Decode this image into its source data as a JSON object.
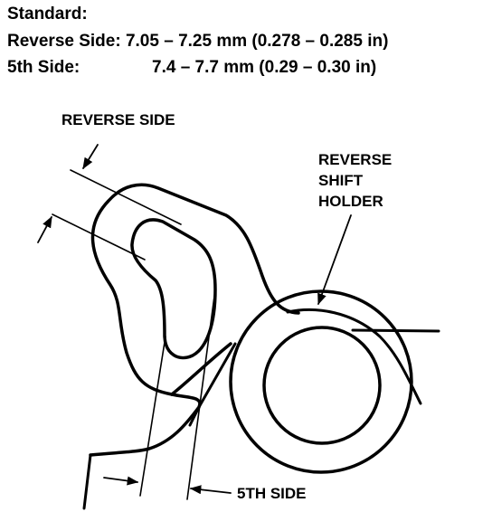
{
  "spec": {
    "title": "Standard:",
    "reverse_side": "Reverse Side: 7.05 – 7.25 mm (0.278 – 0.285 in)",
    "fifth_side_label": "5th Side:",
    "fifth_side_value": "7.4 – 7.7 mm (0.29 – 0.30 in)"
  },
  "labels": {
    "reverse_side": "REVERSE SIDE",
    "holder_line1": "REVERSE",
    "holder_line2": "SHIFT",
    "holder_line3": "HOLDER",
    "fifth_side": "5TH SIDE"
  },
  "colors": {
    "ink": "#000000",
    "paper": "#ffffff"
  }
}
